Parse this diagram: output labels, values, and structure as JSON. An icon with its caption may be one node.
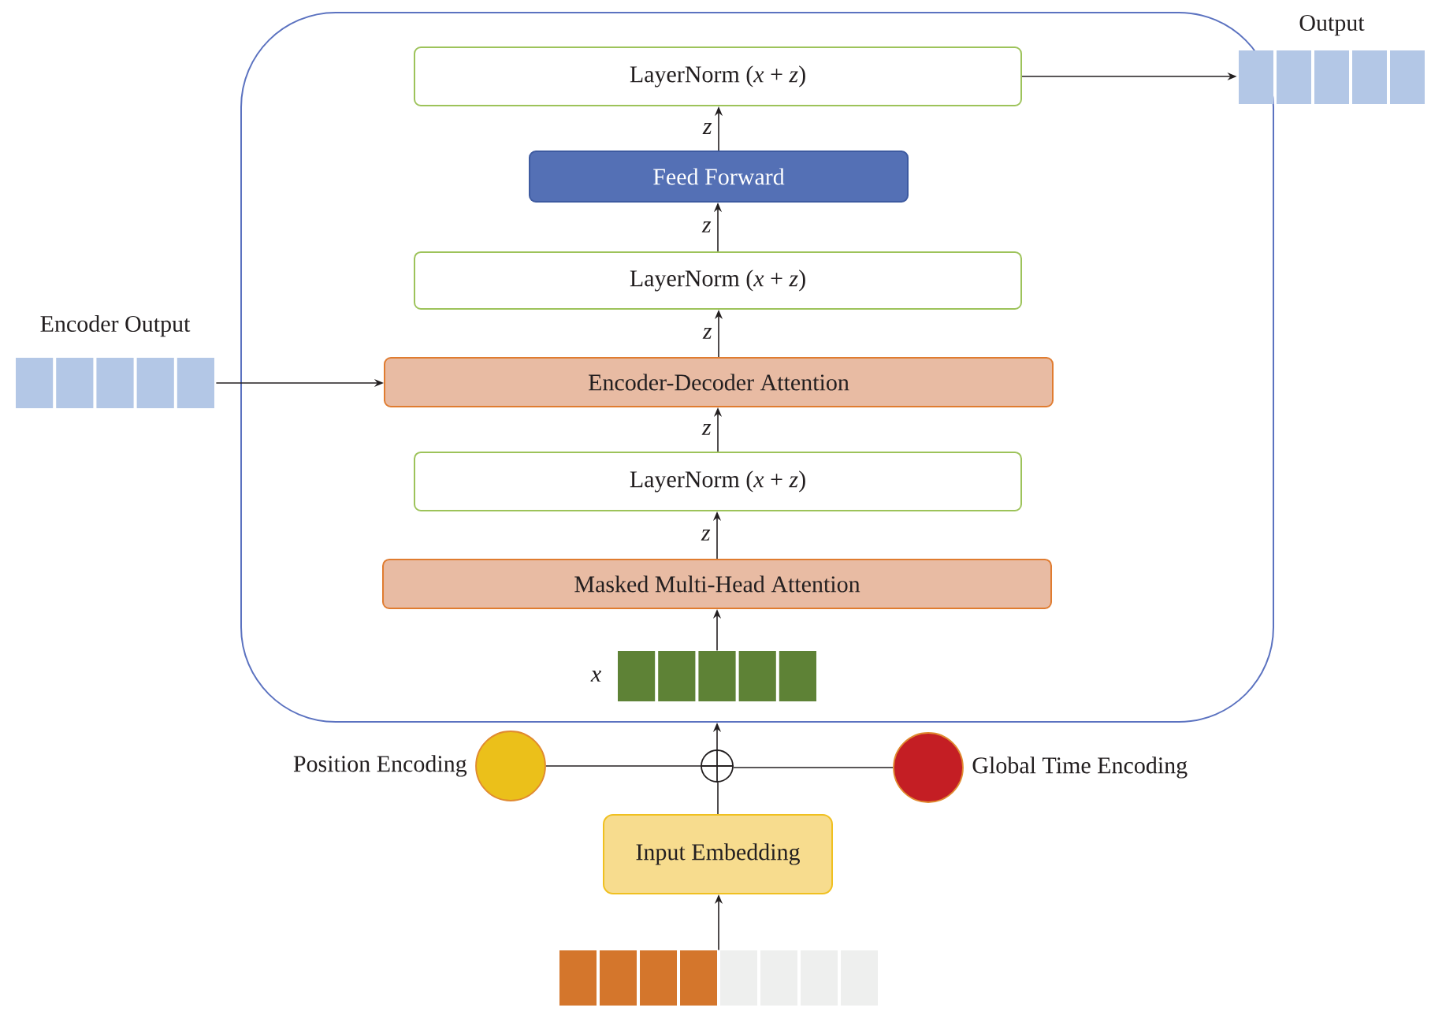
{
  "diagram": {
    "nodes": [
      {
        "text": [],
        "shape": "box"
      },
      {
        "text": [
          "LayerNorm (*x* + *z*)"
        ],
        "in": 0
      },
      {
        "text": [
          "Feed Forward"
        ],
        "in": 0
      },
      {
        "text": [
          "LayerNorm (*x* + *z*)"
        ],
        "in": 0
      },
      {
        "text": [
          "Encoder-Decoder Attention"
        ],
        "in": 0
      },
      {
        "text": [
          "LayerNorm (*x* + *z*)"
        ],
        "in": 0
      },
      {
        "text": [
          "Masked Multi-Head Attention"
        ],
        "in": 0
      },
      {
        "text": [],
        "shape": "bar",
        "beside": [
          "x"
        ],
        "in": 0
      },
      {
        "text": [],
        "shape": "circle"
      },
      {
        "text": [],
        "shape": "circle",
        "beside": [
          "Position Encoding"
        ]
      },
      {
        "text": [],
        "shape": "circle",
        "beside": [
          "Global Time Encoding"
        ]
      },
      {
        "text": [
          "Input Embedding"
        ]
      },
      {
        "text": [],
        "shape": "bar"
      },
      {
        "text": [],
        "shape": "bar",
        "beside": [
          "Encoder Output"
        ]
      },
      {
        "text": [],
        "shape": "bar",
        "beside": [
          "Output"
        ]
      }
    ],
    "edges": [
      {
        "from": 12,
        "to": 11,
        "arrow": "to"
      },
      {
        "from": 11,
        "to": 8,
        "arrow": "none"
      },
      {
        "from": 9,
        "to": 8,
        "arrow": "none"
      },
      {
        "from": 10,
        "to": 8,
        "arrow": "none"
      },
      {
        "from": 8,
        "to": 0,
        "arrow": "to"
      },
      {
        "from": 7,
        "to": 6,
        "arrow": "to"
      },
      {
        "from": 6,
        "to": 5,
        "arrow": "to",
        "label": "z"
      },
      {
        "from": 5,
        "to": 4,
        "arrow": "to",
        "label": "z"
      },
      {
        "from": 4,
        "to": 3,
        "arrow": "to",
        "label": "z"
      },
      {
        "from": 3,
        "to": 2,
        "arrow": "to",
        "label": "z"
      },
      {
        "from": 2,
        "to": 1,
        "arrow": "to",
        "label": "z"
      },
      {
        "from": 13,
        "to": 4,
        "arrow": "to"
      },
      {
        "from": 1,
        "to": 14,
        "arrow": "to"
      }
    ]
  }
}
